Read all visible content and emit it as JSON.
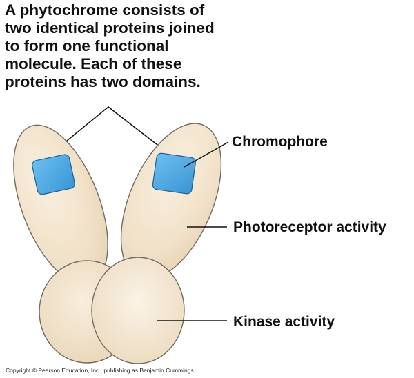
{
  "caption": {
    "lines": [
      "A phytochrome consists of",
      "two identical proteins joined",
      "to form one functional",
      "molecule. Each of these",
      "proteins has two domains."
    ]
  },
  "labels": {
    "chromophore": "Chromophore",
    "photoreceptor": "Photoreceptor activity",
    "kinase": "Kinase activity"
  },
  "copyright": "Copyright © Pearson Education, Inc., publishing as Benjamin Cummings.",
  "colors": {
    "protein_fill": "#f1e1c8",
    "protein_outline": "#6f6a63",
    "chromophore_fill": "#4aa6e0",
    "line": "#111111"
  }
}
